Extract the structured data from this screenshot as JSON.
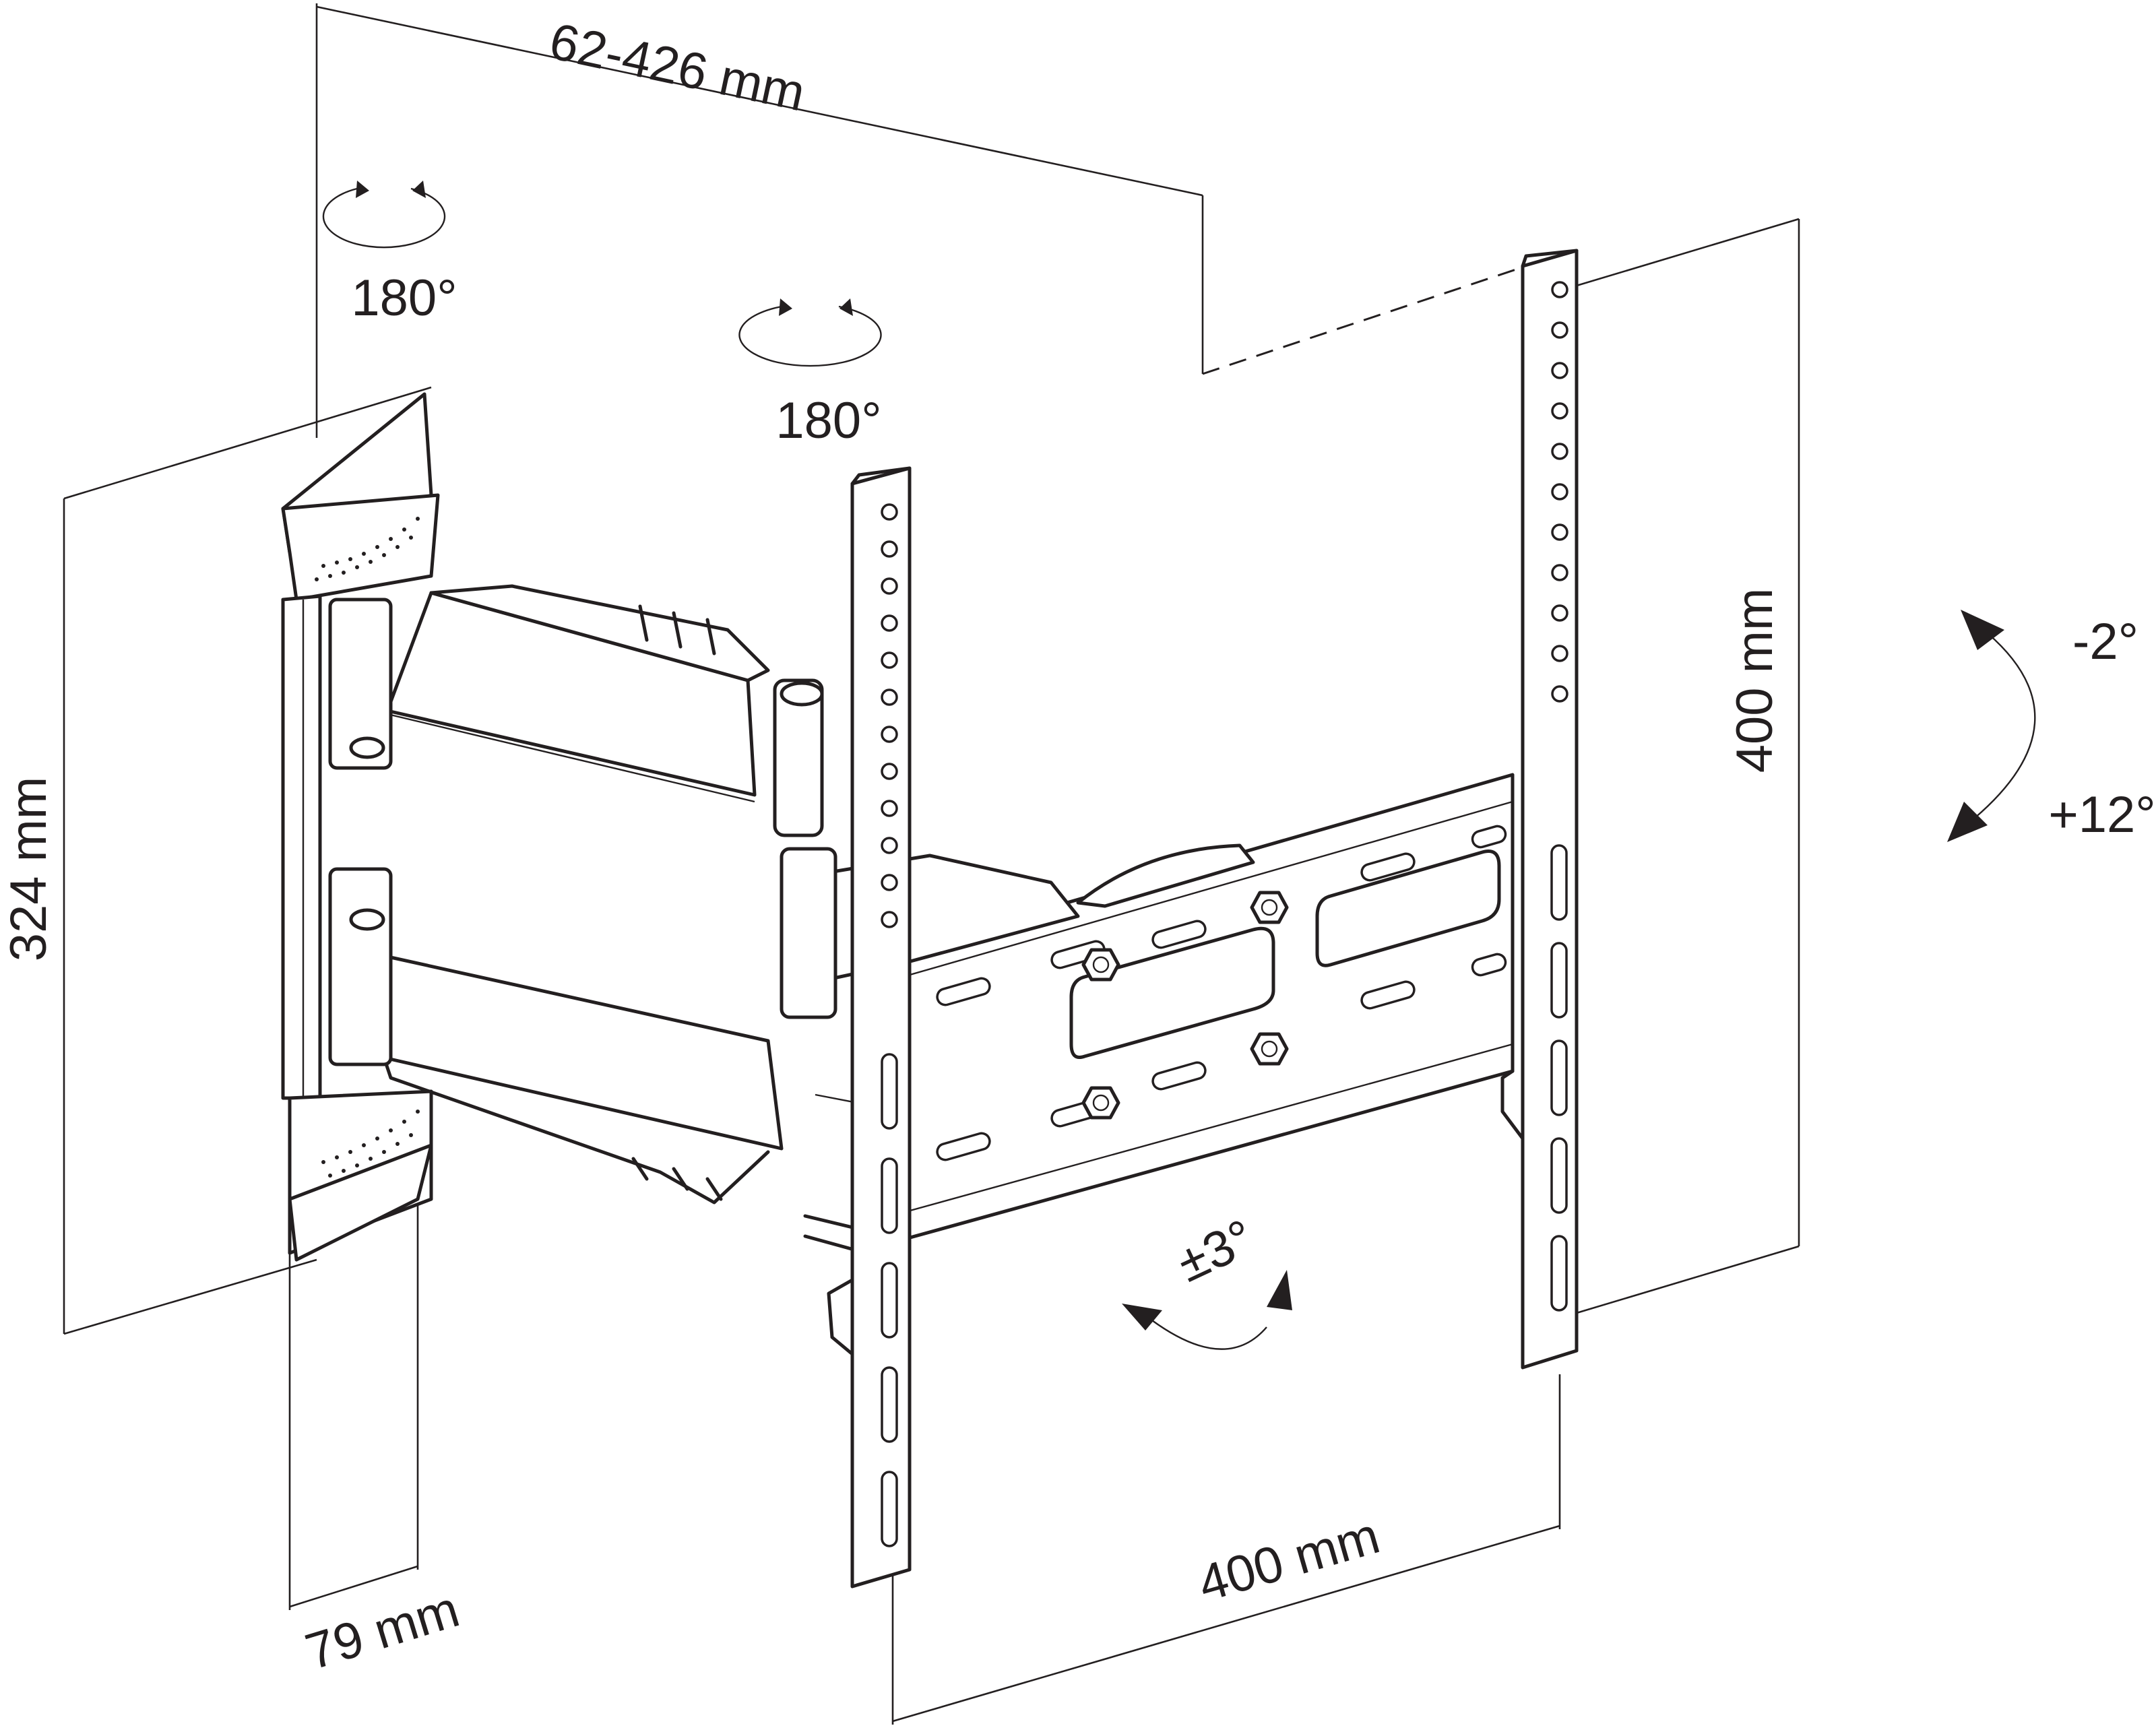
{
  "diagram": {
    "dimensions": {
      "extension": "62-426 mm",
      "plate_height": "324 mm",
      "plate_depth": "79 mm",
      "vesa_width": "400 mm",
      "vesa_height": "400 mm"
    },
    "rotations": {
      "wall_swivel": "180°",
      "arm_swivel": "180°",
      "tilt_up": "-2°",
      "tilt_down": "+12°",
      "level": "±3°"
    }
  }
}
